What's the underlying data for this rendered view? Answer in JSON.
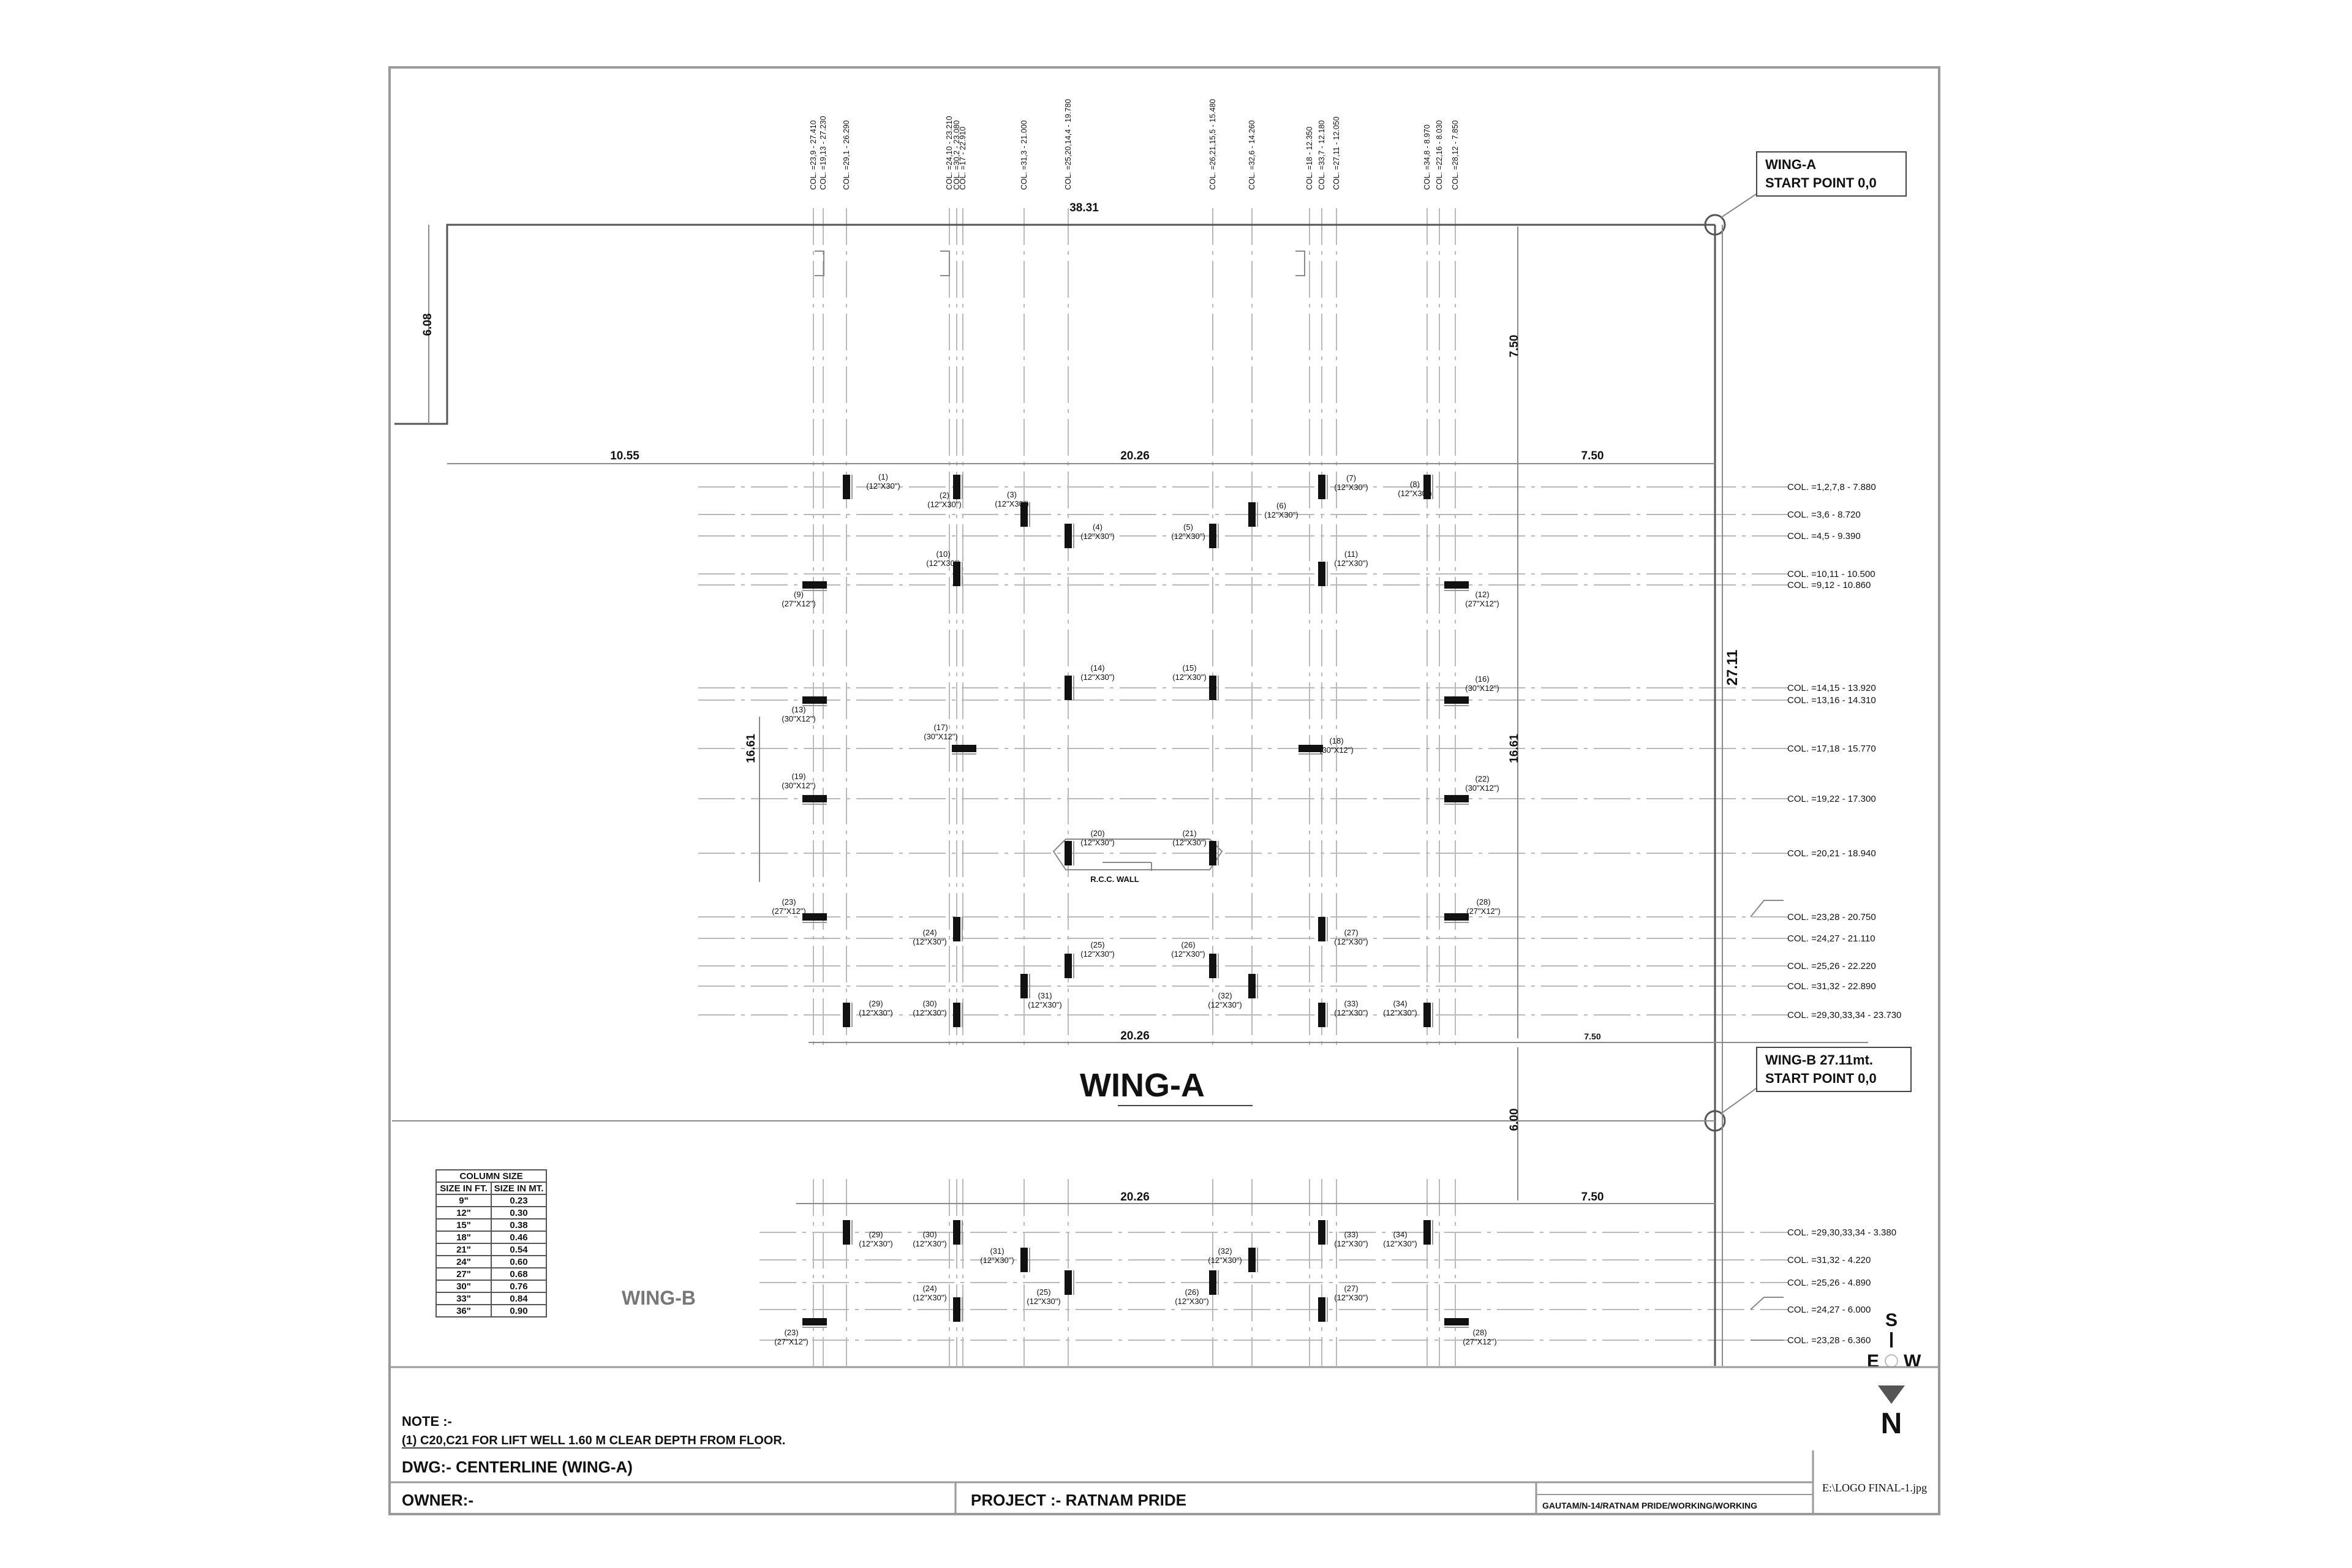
{
  "title_block": {
    "note_heading": "NOTE :-",
    "note_text": "(1) C20,C21 FOR LIFT WELL 1.60 M CLEAR DEPTH FROM FLOOR.",
    "dwg": "DWG:- CENTERLINE (WING-A)",
    "owner": "OWNER:-",
    "project": "PROJECT :- RATNAM PRIDE",
    "path": "GAUTAM/N-14/RATNAM PRIDE/WORKING/WORKING",
    "logo": "E:\\LOGO FINAL-1.jpg"
  },
  "wing_a_label": "WING-A",
  "wing_b_label": "WING-B",
  "start_a": [
    "WING-A",
    "START POINT  0,0"
  ],
  "start_b": [
    "WING-B  27.11mt.",
    "START POINT  0,0"
  ],
  "rcc_wall": "R.C.C. WALL",
  "compass": {
    "s": "S",
    "e": "E",
    "w": "W",
    "n": "N"
  },
  "dimensions": {
    "top": "38.31",
    "left_gap": "6.08",
    "right_v": "7.50",
    "row_a1": "10.55",
    "row_a2": "20.26",
    "row_a3": "7.50",
    "total_v": "27.11",
    "inner_left": "16.61",
    "inner_right": "16.61",
    "row_b1": "20.26",
    "row_b2": "7.50",
    "gap_v": "6.00",
    "row_c1": "20.26",
    "row_c2": "7.50"
  },
  "top_labels": [
    "COL. =23,9 - 27.410",
    "COL. =19,13 - 27.230",
    "COL. =29,1 - 26.290",
    "COL. =24,10 - 23.210",
    "COL. =30,2 - 23.080",
    "COL. =17 - 22.910",
    "COL. =31,3 - 21.000",
    "COL. =25,20,14,4 - 19.780",
    "COL. =26,21,15,5 - 15.480",
    "COL. =32,6 - 14.260",
    "COL. =18 - 12.350",
    "COL. =33,7 - 12.180",
    "COL. =27,11 - 12.050",
    "COL. =34,8 - 8.970",
    "COL. =22,16 - 8.030",
    "COL. =28,12 - 7.850"
  ],
  "right_labels_a": [
    "COL. =1,2,7,8 - 7.880",
    "COL. =3,6 - 8.720",
    "COL. =4,5 - 9.390",
    "COL. =10,11 - 10.500",
    "COL. =9,12 - 10.860",
    "COL. =14,15 - 13.920",
    "COL. =13,16 - 14.310",
    "COL. =17,18 - 15.770",
    "COL. =19,22 - 17.300",
    "COL. =20,21 - 18.940",
    "COL. =23,28 - 20.750",
    "COL. =24,27 - 21.110",
    "COL. =25,26 - 22.220",
    "COL. =31,32 - 22.890",
    "COL. =29,30,33,34 - 23.730"
  ],
  "right_labels_b": [
    "COL. =29,30,33,34 - 3.380",
    "COL. =31,32 - 4.220",
    "COL. =25,26 - 4.890",
    "COL. =24,27 - 6.000",
    "COL. =23,28 - 6.360"
  ],
  "columns_a": [
    [
      "(1)",
      "(12\"X30\")"
    ],
    [
      "(2)",
      "(12\"X30\")"
    ],
    [
      "(3)",
      "(12\"X30\")"
    ],
    [
      "(4)",
      "(12\"X30\")"
    ],
    [
      "(5)",
      "(12\"X30\")"
    ],
    [
      "(6)",
      "(12\"X30\")"
    ],
    [
      "(7)",
      "(12\"X30\")"
    ],
    [
      "(8)",
      "(12\"X30\")"
    ],
    [
      "(9)",
      "(27\"X12\")"
    ],
    [
      "(10)",
      "(12\"X30\")"
    ],
    [
      "(11)",
      "(12\"X30\")"
    ],
    [
      "(12)",
      "(27\"X12\")"
    ],
    [
      "(13)",
      "(30\"X12\")"
    ],
    [
      "(14)",
      "(12\"X30\")"
    ],
    [
      "(15)",
      "(12\"X30\")"
    ],
    [
      "(16)",
      "(30\"X12\")"
    ],
    [
      "(17)",
      "(30\"X12\")"
    ],
    [
      "(18)",
      "(30\"X12\")"
    ],
    [
      "(19)",
      "(30\"X12\")"
    ],
    [
      "(20)",
      "(12\"X30\")"
    ],
    [
      "(21)",
      "(12\"X30\")"
    ],
    [
      "(22)",
      "(30\"X12\")"
    ],
    [
      "(23)",
      "(27\"X12\")"
    ],
    [
      "(24)",
      "(12\"X30\")"
    ],
    [
      "(25)",
      "(12\"X30\")"
    ],
    [
      "(26)",
      "(12\"X30\")"
    ],
    [
      "(27)",
      "(12\"X30\")"
    ],
    [
      "(28)",
      "(27\"X12\")"
    ],
    [
      "(29)",
      "(12\"X30\")"
    ],
    [
      "(30)",
      "(12\"X30\")"
    ],
    [
      "(31)",
      "(12\"X30\")"
    ],
    [
      "(32)",
      "(12\"X30\")"
    ],
    [
      "(33)",
      "(12\"X30\")"
    ],
    [
      "(34)",
      "(12\"X30\")"
    ]
  ],
  "columns_b": [
    [
      "(29)",
      "(12\"X30\")"
    ],
    [
      "(30)",
      "(12\"X30\")"
    ],
    [
      "(31)",
      "(12\"X30\")"
    ],
    [
      "(32)",
      "(12\"X30\")"
    ],
    [
      "(33)",
      "(12\"X30\")"
    ],
    [
      "(34)",
      "(12\"X30\")"
    ],
    [
      "(24)",
      "(12\"X30\")"
    ],
    [
      "(25)",
      "(12\"X30\")"
    ],
    [
      "(26)",
      "(12\"X30\")"
    ],
    [
      "(27)",
      "(12\"X30\")"
    ],
    [
      "(23)",
      "(27\"X12\")"
    ],
    [
      "(28)",
      "(27\"X12\")"
    ]
  ],
  "column_size_table": {
    "title": "COLUMN SIZE",
    "headers": [
      "SIZE IN FT.",
      "SIZE IN MT."
    ],
    "rows": [
      [
        "9\"",
        "0.23"
      ],
      [
        "12\"",
        "0.30"
      ],
      [
        "15\"",
        "0.38"
      ],
      [
        "18\"",
        "0.46"
      ],
      [
        "21\"",
        "0.54"
      ],
      [
        "24\"",
        "0.60"
      ],
      [
        "27\"",
        "0.68"
      ],
      [
        "30\"",
        "0.76"
      ],
      [
        "33\"",
        "0.84"
      ],
      [
        "36\"",
        "0.90"
      ]
    ]
  }
}
